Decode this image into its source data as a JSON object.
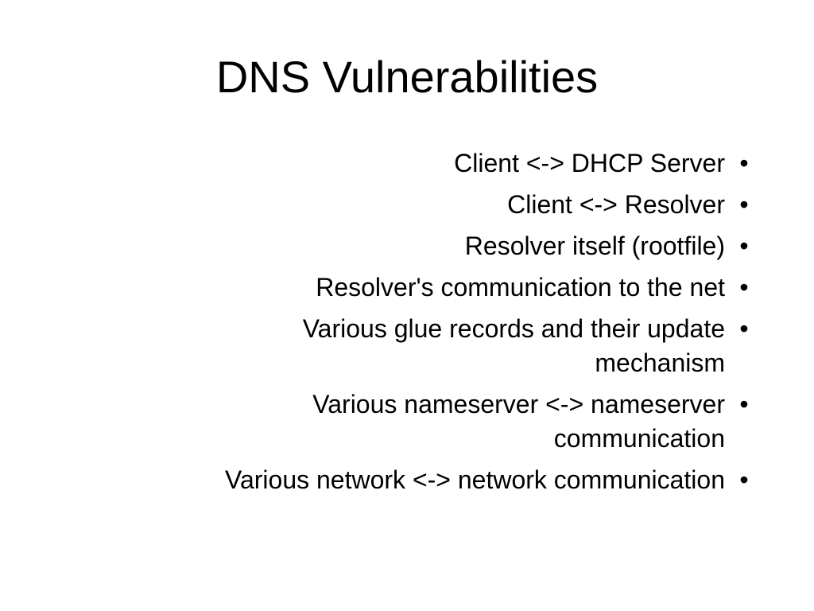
{
  "slide": {
    "title": "DNS Vulnerabilities",
    "bullet_glyph": "•",
    "bullets": [
      {
        "text": "Client <-> DHCP Server"
      },
      {
        "text": "Client <-> Resolver"
      },
      {
        "text": "Resolver itself (rootfile)"
      },
      {
        "text": "Resolver's communication to the net"
      },
      {
        "text": "Various glue records and their update mechanism"
      },
      {
        "text": "Various nameserver <-> nameserver communication"
      },
      {
        "text": "Various network <-> network communication"
      }
    ]
  },
  "colors": {
    "background": "#ffffff",
    "text": "#000000"
  }
}
